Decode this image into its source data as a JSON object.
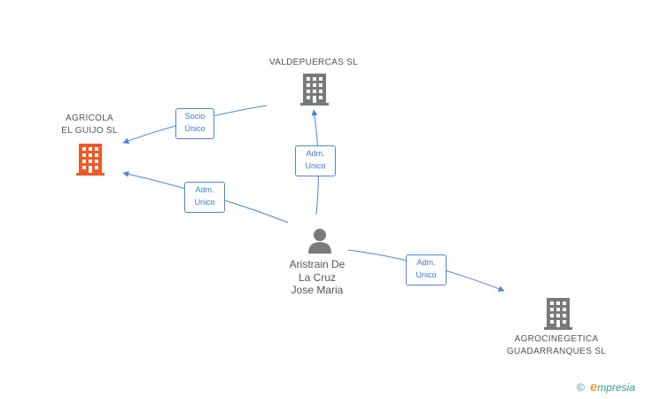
{
  "nodes": {
    "valdepuercas": {
      "name": "VALDEPUERCAS SL",
      "kind": "company",
      "color": "#7a7a7a"
    },
    "agricola": {
      "name_lines": [
        "AGRICOLA",
        "EL GUIJO SL"
      ],
      "kind": "company",
      "color": "#f05a28"
    },
    "agrocinegetica": {
      "name_lines": [
        "AGROCINEGETICA",
        "GUADARRANQUES SL"
      ],
      "kind": "company",
      "color": "#7a7a7a"
    },
    "person": {
      "name_lines": [
        "Aristrain De",
        "La Cruz",
        "Jose Maria"
      ],
      "kind": "person",
      "color": "#7a7a7a"
    }
  },
  "edges": [
    {
      "id": "valdepuercas-agricola",
      "label_lines": [
        "Socio",
        "Único"
      ]
    },
    {
      "id": "person-valdepuercas",
      "label_lines": [
        "Adm.",
        "Unico"
      ]
    },
    {
      "id": "person-agricola",
      "label_lines": [
        "Adm.",
        "Unico"
      ]
    },
    {
      "id": "person-agrocinegetica",
      "label_lines": [
        "Adm.",
        "Unico"
      ]
    }
  ],
  "colors": {
    "edge": "#4a86d8",
    "label_text": "#3d78c9"
  },
  "footer": {
    "copyright": "©",
    "brand_first": "e",
    "brand_rest": "mpresia"
  }
}
